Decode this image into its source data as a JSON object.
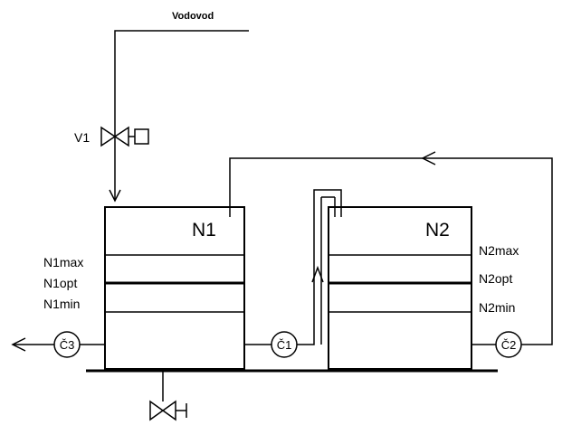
{
  "diagram": {
    "water_main_label": "Vodovod",
    "valves": {
      "inlet_label": "V1"
    },
    "tanks": [
      {
        "name": "N1",
        "levels": {
          "max": "N1max",
          "opt": "N1opt",
          "min": "N1min"
        }
      },
      {
        "name": "N2",
        "levels": {
          "max": "N2max",
          "opt": "N2opt",
          "min": "N2min"
        }
      }
    ],
    "pumps": [
      "Č1",
      "Č2",
      "Č3"
    ]
  }
}
